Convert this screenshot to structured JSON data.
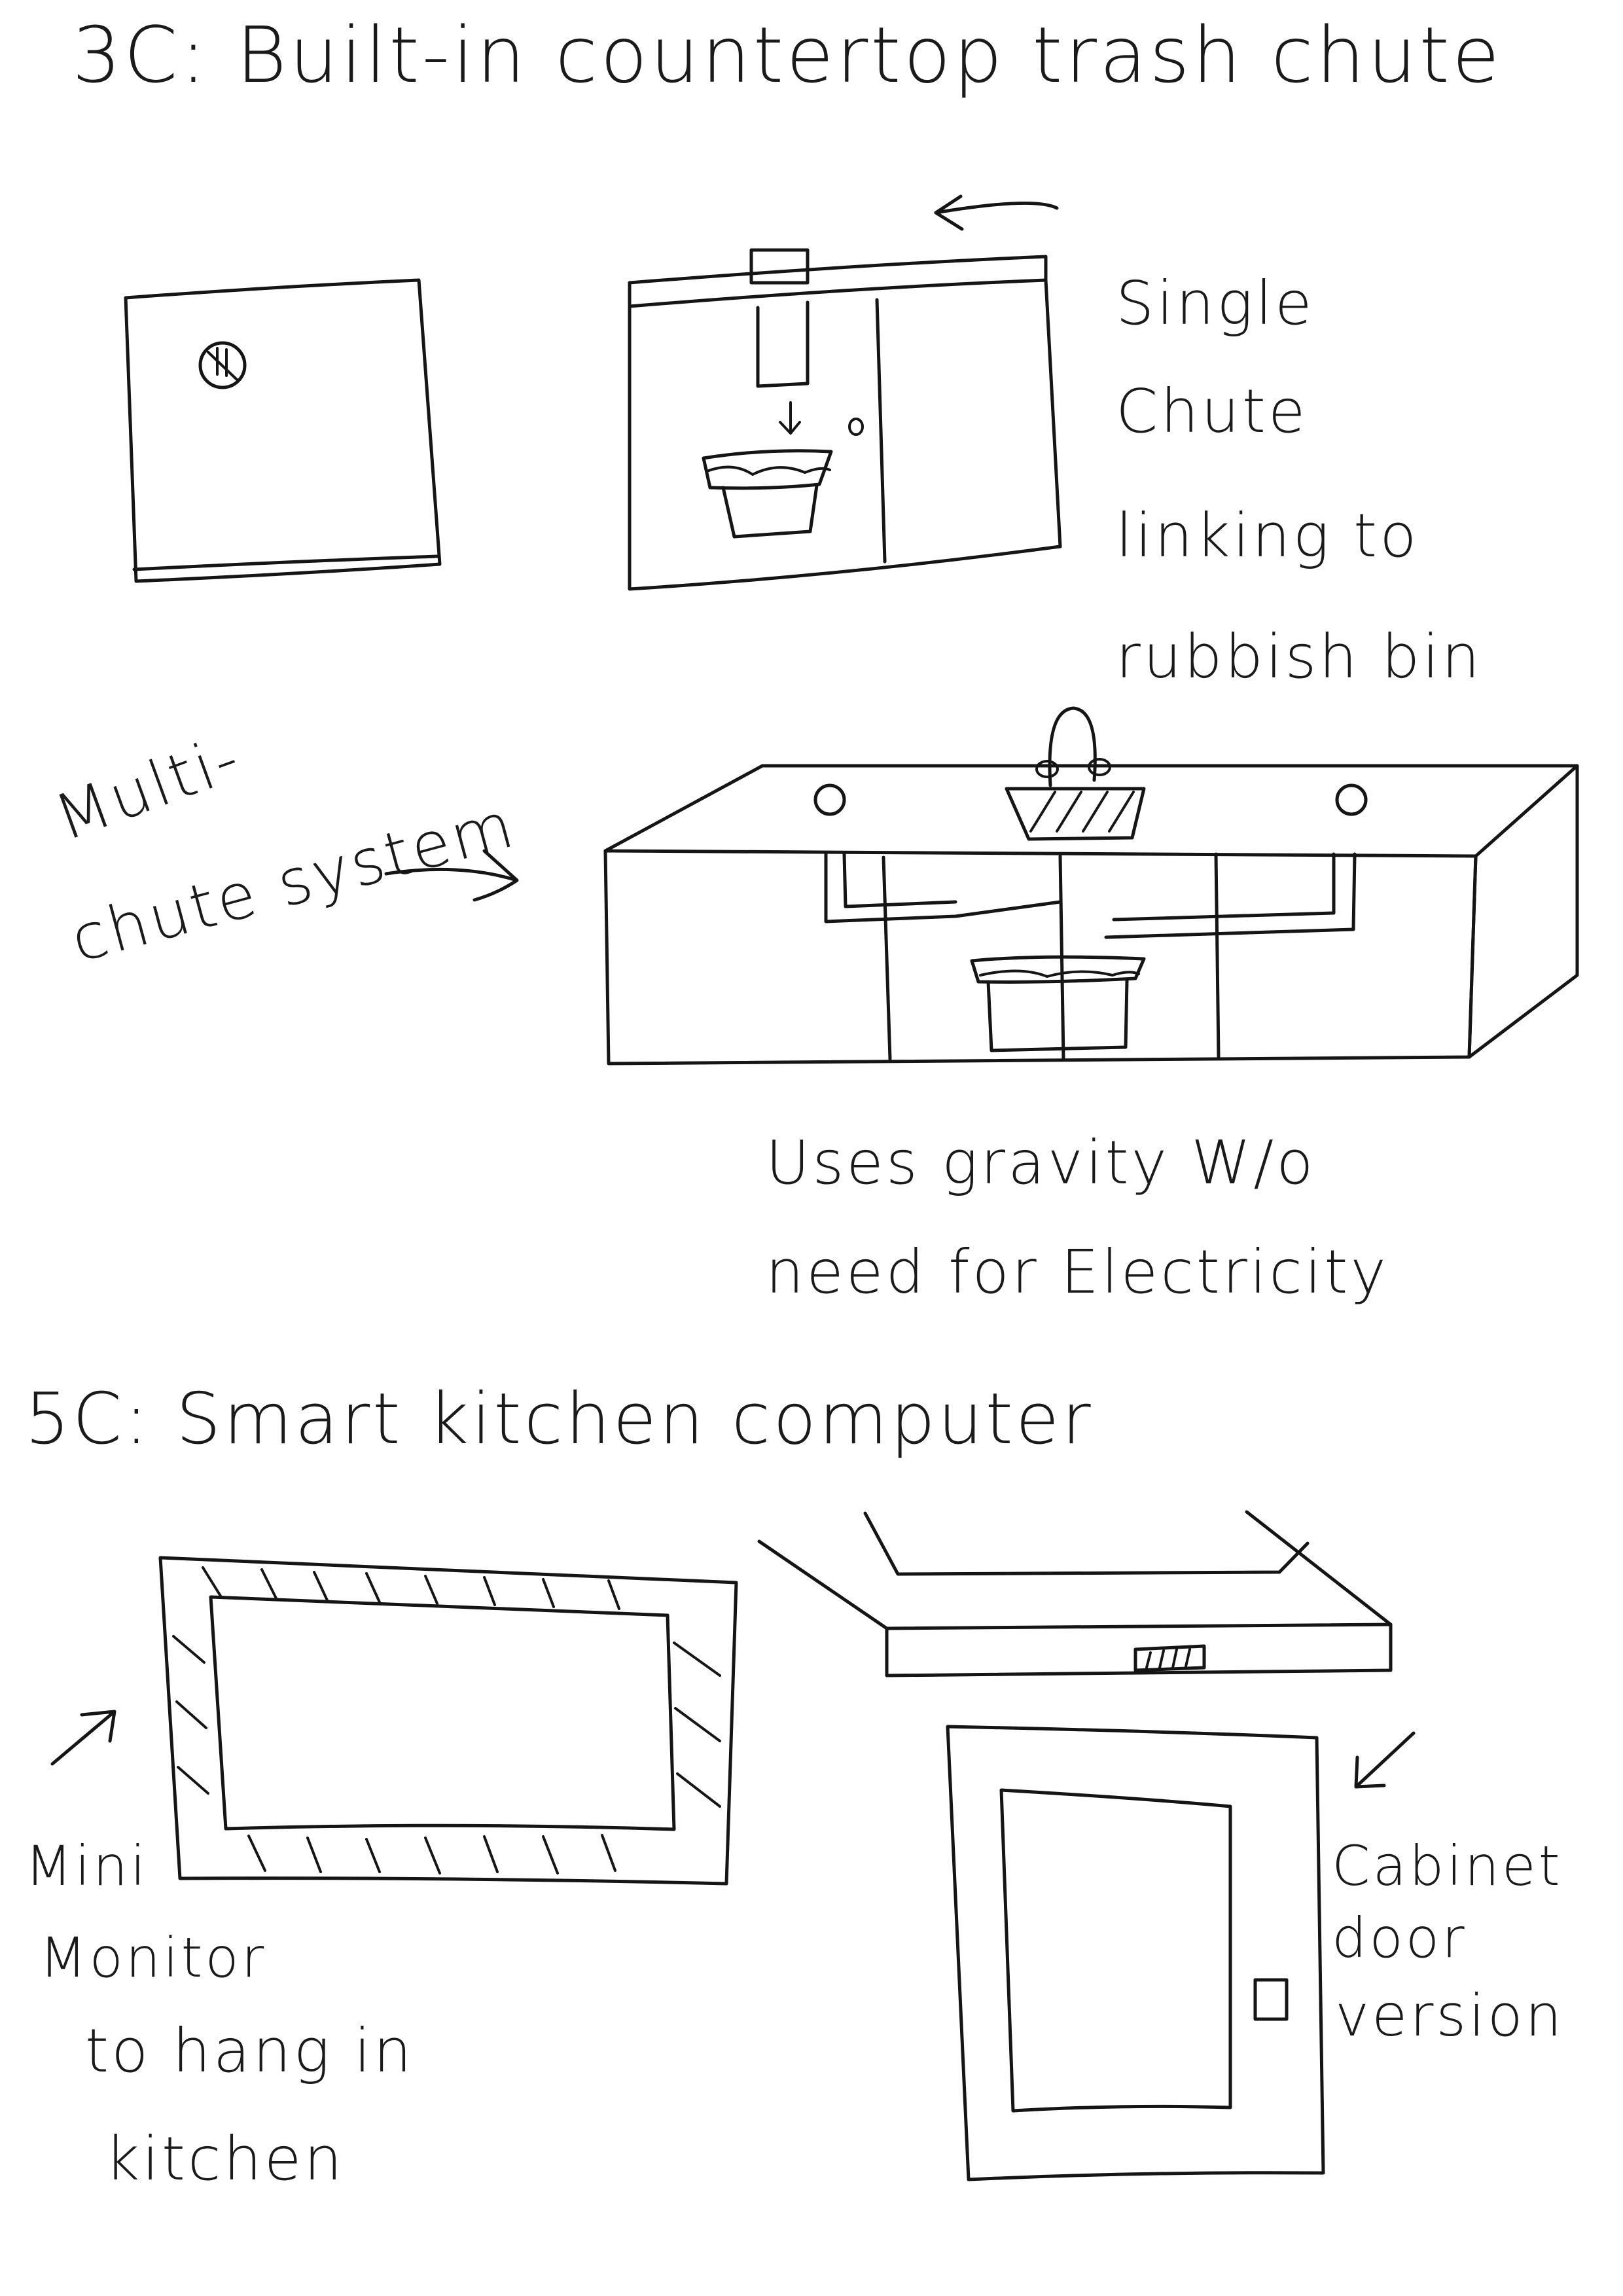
{
  "sections": {
    "trash_chute": {
      "title": "3C: Built-in countertop trash chute",
      "single_note": [
        "Single",
        "Chute",
        "linking to",
        "rubbish bin"
      ],
      "multi_note": [
        "Multi-",
        "chute system"
      ],
      "gravity_note": [
        "Uses gravity W/o",
        "need for Electricity"
      ]
    },
    "smart_kitchen": {
      "title": "5C: Smart kitchen computer",
      "monitor_note": [
        "Mini",
        "Monitor",
        "to hang in",
        "kitchen"
      ],
      "cabinet_note": [
        "Cabinet",
        "door",
        "version"
      ]
    }
  }
}
